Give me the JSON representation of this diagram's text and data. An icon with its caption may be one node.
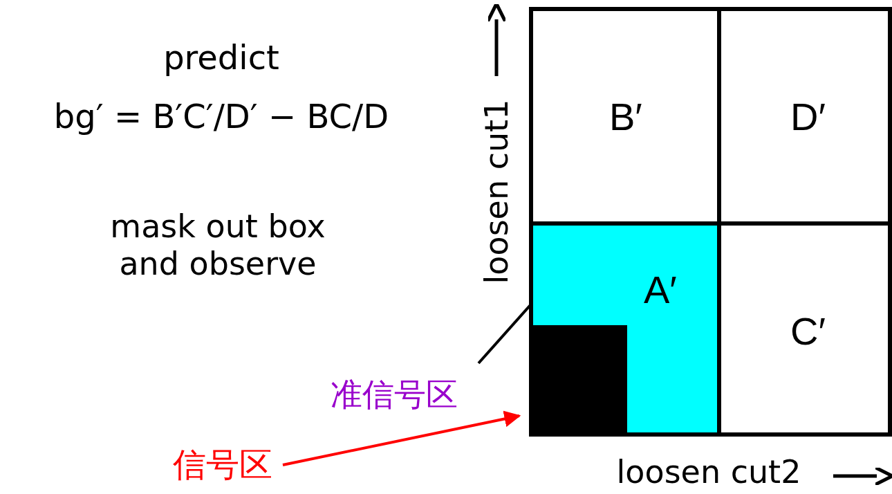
{
  "diagram": {
    "nodes": [
      {
        "text": [
          "B′"
        ]
      },
      {
        "text": [
          "D′"
        ]
      },
      {
        "text": [
          "A′"
        ]
      },
      {
        "text": [
          "C′"
        ]
      },
      {
        "text": [],
        "shape": "box",
        "in": 2
      },
      {
        "text": [
          "信号区"
        ]
      }
    ],
    "edges": [
      {
        "from": 5,
        "to": 4,
        "arrow": "to",
        "color": "#ff0000"
      }
    ],
    "labels": [
      "predict",
      "bg′ = B′C′/D′ − BC/D",
      "mask out box and observe",
      "loosen cut1",
      "准信号区",
      "loosen cut2"
    ]
  }
}
